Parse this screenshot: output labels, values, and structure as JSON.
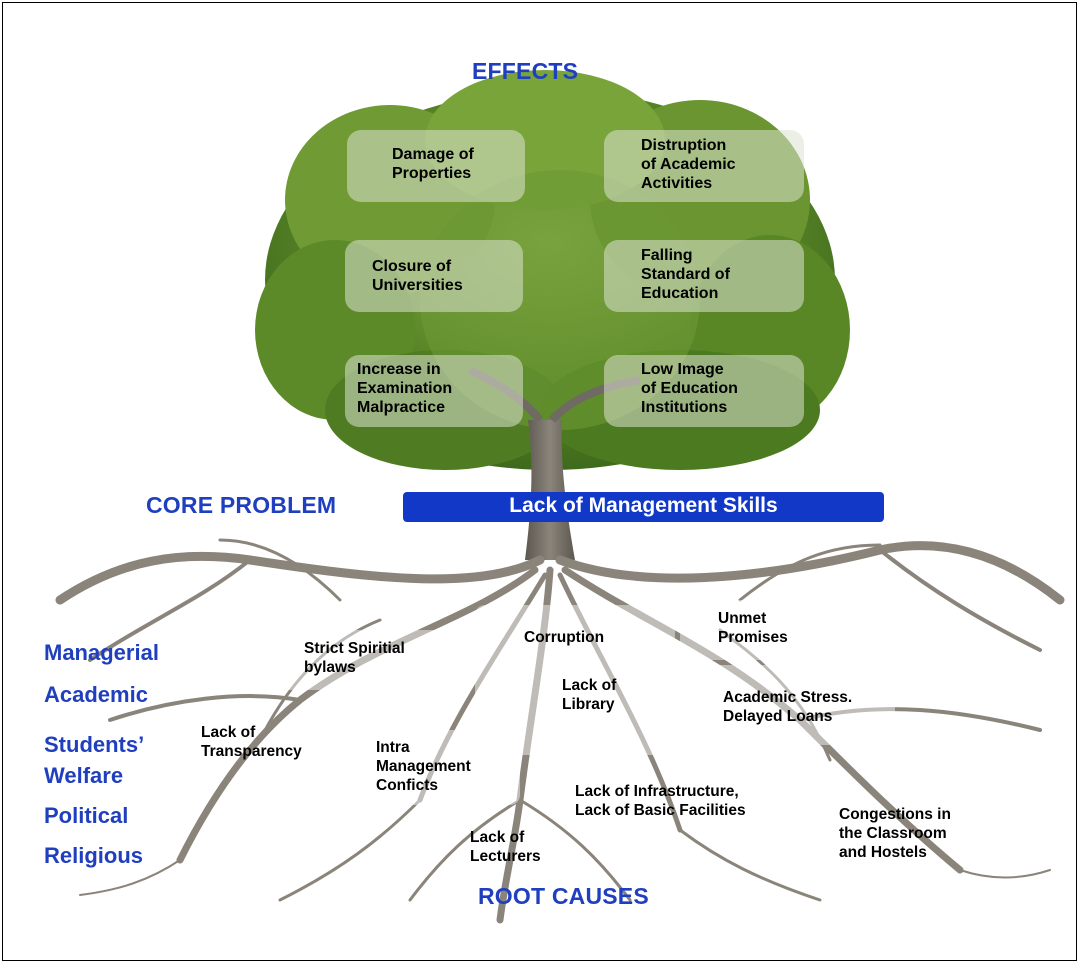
{
  "headings": {
    "effects": "EFFECTS",
    "core_problem": "CORE PROBLEM",
    "root_causes": "ROOT CAUSES"
  },
  "core_problem": "Lack of Management Skills",
  "effects": [
    "Damage of\nProperties",
    "Distruption\nof Academic\nActivities",
    "Closure of\nUniversities",
    "Falling\nStandard of\nEducation",
    "Increase in\nExamination\nMalpractice",
    "Low Image\nof Education\nInstitutions"
  ],
  "categories": [
    "Managerial",
    "Academic",
    "Students’",
    "Welfare",
    "Political",
    "Religious"
  ],
  "root_causes": [
    "Strict Spiritial\nbylaws",
    "Corruption",
    "Unmet\nPromises",
    "Lack of\nLibrary",
    "Academic Stress.\nDelayed Loans",
    "Lack of\nTransparency",
    "Intra\nManagement\nConficts",
    "Lack of Infrastructure,\nLack of Basic Facilities",
    "Congestions in\nthe Classroom\nand Hostels",
    "Lack of\nLecturers"
  ],
  "colors": {
    "heading_blue": "#1f3fbf",
    "core_bar": "#1238c8",
    "foliage": "#5e8a2a",
    "trunk": "#6f6a62",
    "roots": "#8a847b"
  }
}
